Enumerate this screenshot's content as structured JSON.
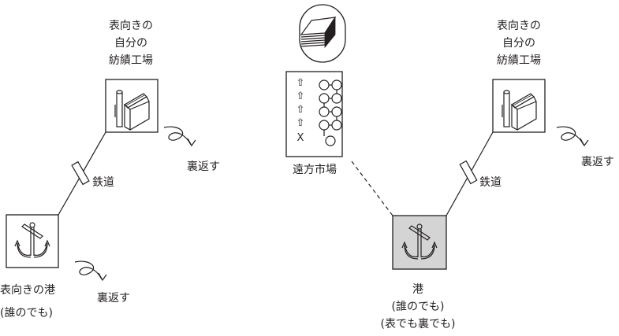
{
  "colors": {
    "stroke": "#231f20",
    "background": "#ffffff",
    "port_highlight_fill": "#d4d4d4"
  },
  "left_group": {
    "factory_label_lines": [
      "表向きの",
      "自分の",
      "紡績工場"
    ],
    "factory_icon": "factory-icon",
    "railway_label": "鉄道",
    "port_icon": "anchor-icon",
    "port_label_lines": [
      "表向きの港",
      "(誰のでも)"
    ],
    "flip_labels": [
      "裏返す",
      "裏返す"
    ],
    "flip_icon": "curl-arrow-icon"
  },
  "center_group": {
    "goods_icon": "paper-stack-icon",
    "market_icon": "market-board-icon",
    "market_label": "遠方市場",
    "market_board_rows": [
      "⇧",
      "⇧",
      "⇧",
      "⇧",
      "X"
    ],
    "connection_style": "dashed"
  },
  "right_group": {
    "factory_label_lines": [
      "表向きの",
      "自分の",
      "紡績工場"
    ],
    "factory_icon": "factory-icon",
    "railway_label": "鉄道",
    "port_icon": "anchor-icon",
    "port_label_lines": [
      "港",
      "(誰のでも)",
      "(表でも裏でも)"
    ],
    "flip_label": "裏返す",
    "flip_icon": "curl-arrow-icon"
  }
}
